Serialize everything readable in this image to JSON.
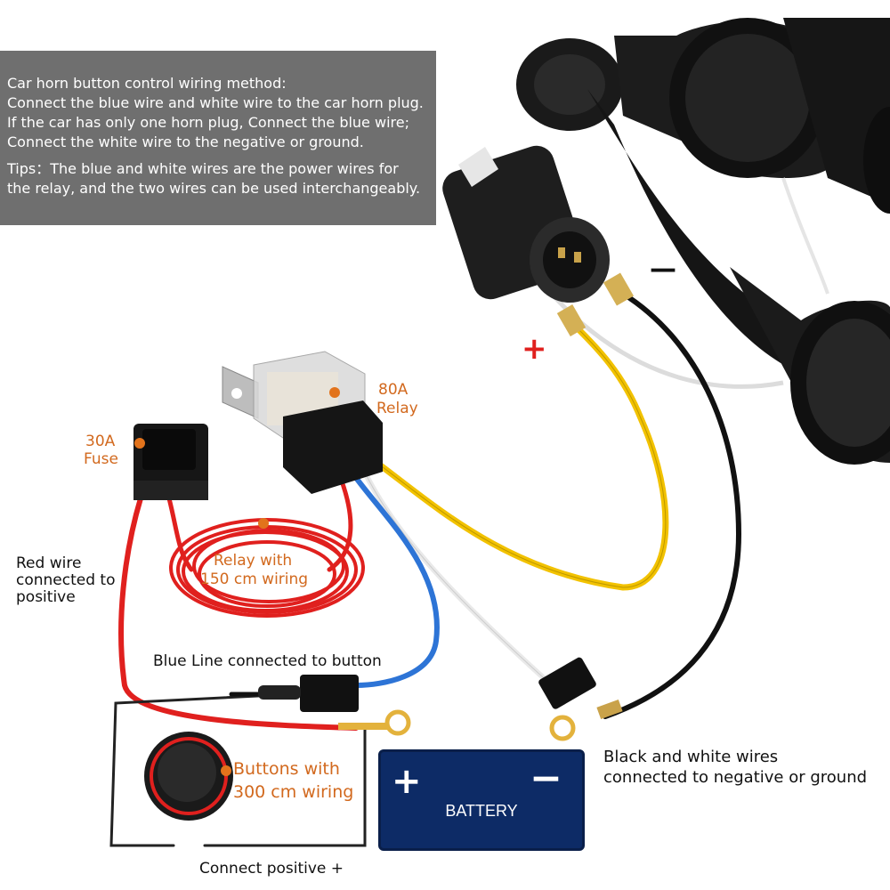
{
  "info": {
    "title": "Car horn button control wiring method:",
    "line1": "Connect the blue wire and white wire to the car horn plug.",
    "line2": "If the car has only one horn plug, Connect the blue wire;",
    "line3": "Connect the white wire to the negative or ground.",
    "tips1": "Tips：The blue and white wires are the power wires for",
    "tips2": "the relay, and the two wires can be used interchangeably."
  },
  "labels": {
    "relay_a": "80A",
    "relay_b": "Relay",
    "fuse_a": "30A",
    "fuse_b": "Fuse",
    "red_wire_1": "Red wire",
    "red_wire_2": "connected to",
    "red_wire_3": "positive",
    "relay_wiring_1": "Relay with",
    "relay_wiring_2": "150 cm wiring",
    "blue_line": "Blue Line connected to button",
    "buttons_1": "Buttons with",
    "buttons_2": "300 cm wiring",
    "connect_positive": "Connect positive +",
    "bw_1": "Black and white wires",
    "bw_2": "connected to negative or ground",
    "plus_sign": "+",
    "minus_sign": "—"
  },
  "battery": {
    "name": "BATTERY",
    "plus": "+",
    "minus": "−"
  },
  "colors": {
    "red_wire": "#e0201e",
    "blue_wire": "#2d74d6",
    "yellow_wire": "#f2c200",
    "black_wire": "#111111",
    "white_wire": "#e9e9e9",
    "accent_orange": "#d2691e",
    "info_bg": "#6f6f6f",
    "battery_body": "#0d2b66",
    "horn_black": "#1a1a1a"
  }
}
